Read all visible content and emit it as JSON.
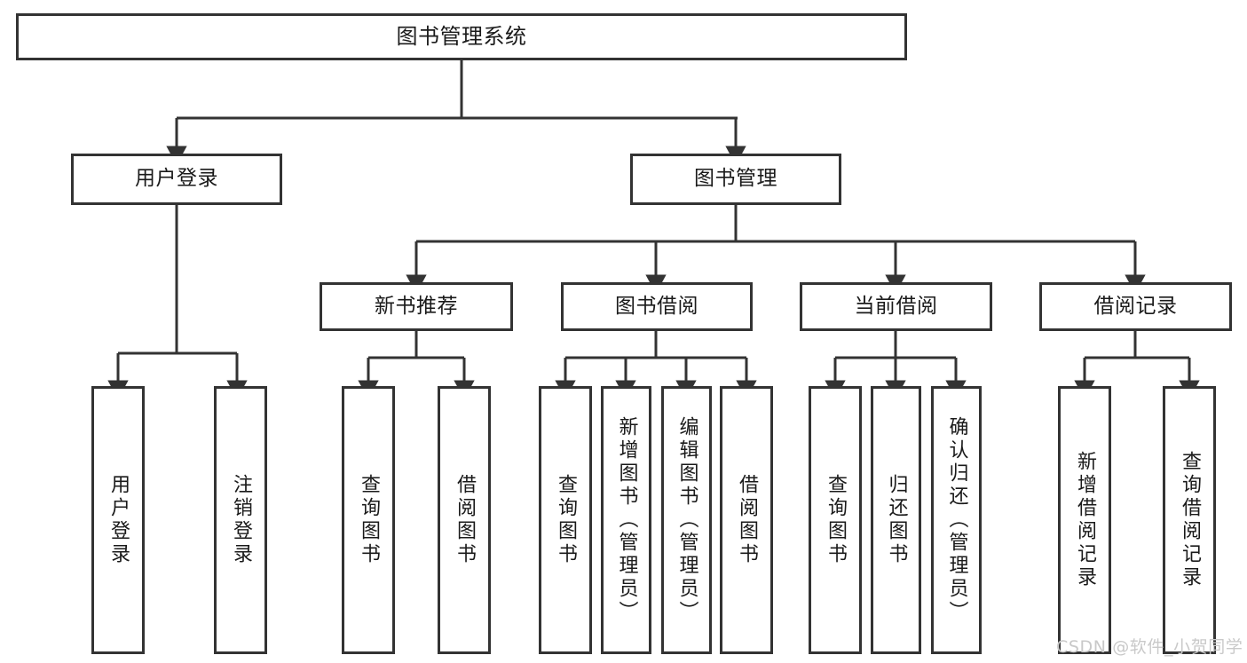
{
  "diagram": {
    "title": "图书管理系统",
    "type": "functional-structure-tree",
    "stroke_color": "#333333",
    "background_color": "#ffffff",
    "watermark": "CSDN @软件_小贺同学",
    "watermark_color": "#c9c9c9"
  },
  "nodes": {
    "root": {
      "label": "图书管理系统"
    },
    "level2": [
      {
        "id": "user-login",
        "label": "用户登录"
      },
      {
        "id": "book-management",
        "label": "图书管理"
      }
    ],
    "level3": [
      {
        "id": "new-book-recommend",
        "label": "新书推荐"
      },
      {
        "id": "book-borrow",
        "label": "图书借阅"
      },
      {
        "id": "current-borrow",
        "label": "当前借阅"
      },
      {
        "id": "borrow-record",
        "label": "借阅记录"
      }
    ],
    "leaves": {
      "user_login": [
        {
          "id": "leaf-user-login",
          "label": "用户登录"
        },
        {
          "id": "leaf-logout",
          "label": "注销登录"
        }
      ],
      "new_book_recommend": [
        {
          "id": "leaf-query-book-1",
          "label": "查询图书"
        },
        {
          "id": "leaf-borrow-book-1",
          "label": "借阅图书"
        }
      ],
      "book_borrow": [
        {
          "id": "leaf-query-book-2",
          "label": "查询图书"
        },
        {
          "id": "leaf-add-book",
          "label": "新增图书（管理员）"
        },
        {
          "id": "leaf-edit-book",
          "label": "编辑图书（管理员）"
        },
        {
          "id": "leaf-borrow-book-2",
          "label": "借阅图书"
        }
      ],
      "current_borrow": [
        {
          "id": "leaf-query-book-3",
          "label": "查询图书"
        },
        {
          "id": "leaf-return-book",
          "label": "归还图书"
        },
        {
          "id": "leaf-confirm-return",
          "label": "确认归还（管理员）"
        }
      ],
      "borrow_record": [
        {
          "id": "leaf-add-record",
          "label": "新增借阅记录"
        },
        {
          "id": "leaf-query-record",
          "label": "查询借阅记录"
        }
      ]
    }
  }
}
